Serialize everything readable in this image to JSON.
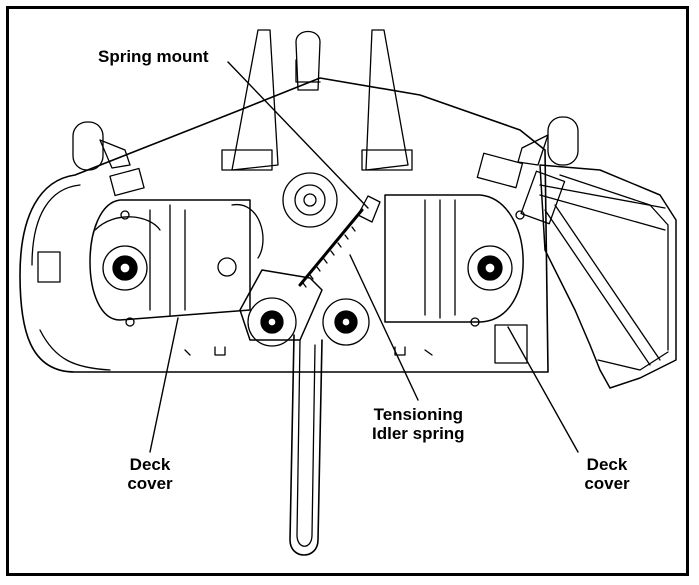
{
  "labels": {
    "spring_mount": "Spring mount",
    "tensioning_line1": "Tensioning",
    "tensioning_line2": "Idler spring",
    "deck_left_line1": "Deck",
    "deck_left_line2": "cover",
    "deck_right_line1": "Deck",
    "deck_right_line2": "cover"
  },
  "colors": {
    "line": "#000000",
    "background": "#ffffff",
    "shade": "#e6e6e6"
  }
}
